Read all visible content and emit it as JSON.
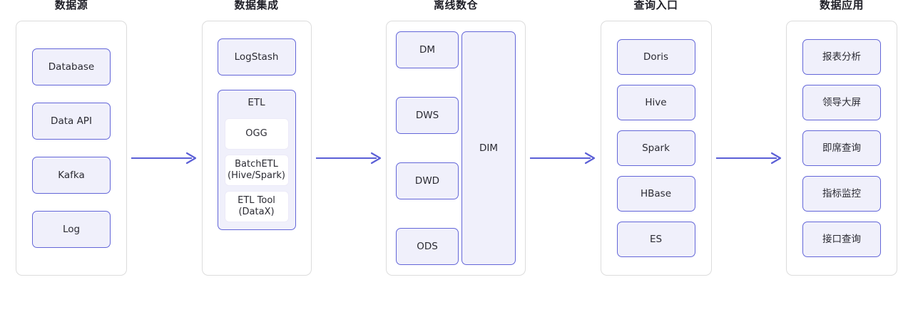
{
  "accent_color": "#5b5fd6",
  "node_fill": "#f0f0fb",
  "container_border": "#dcdcdc",
  "stages": [
    {
      "title": "数据源",
      "nodes": [
        {
          "label": "Database"
        },
        {
          "label": "Data API"
        },
        {
          "label": "Kafka"
        },
        {
          "label": "Log"
        }
      ]
    },
    {
      "title": "数据集成",
      "logstash": {
        "label": "LogStash"
      },
      "etl_group": {
        "label": "ETL",
        "items": [
          {
            "label": "OGG"
          },
          {
            "label": "BatchETL\n(Hive/Spark)"
          },
          {
            "label": "ETL Tool\n(DataX)"
          }
        ]
      }
    },
    {
      "title": "离线数仓",
      "layers": [
        {
          "label": "DM"
        },
        {
          "label": "DWS"
        },
        {
          "label": "DWD"
        },
        {
          "label": "ODS"
        }
      ],
      "dim": {
        "label": "DIM"
      }
    },
    {
      "title": "查询入口",
      "nodes": [
        {
          "label": "Doris"
        },
        {
          "label": "Hive"
        },
        {
          "label": "Spark"
        },
        {
          "label": "HBase"
        },
        {
          "label": "ES"
        }
      ]
    },
    {
      "title": "数据应用",
      "nodes": [
        {
          "label": "报表分析"
        },
        {
          "label": "领导大屏"
        },
        {
          "label": "即席查询"
        },
        {
          "label": "指标监控"
        },
        {
          "label": "接口查询"
        }
      ]
    }
  ],
  "arrows": [
    {
      "name": "arrow-source-to-integration"
    },
    {
      "name": "arrow-integration-to-warehouse"
    },
    {
      "name": "arrow-warehouse-to-query"
    },
    {
      "name": "arrow-query-to-application"
    }
  ]
}
